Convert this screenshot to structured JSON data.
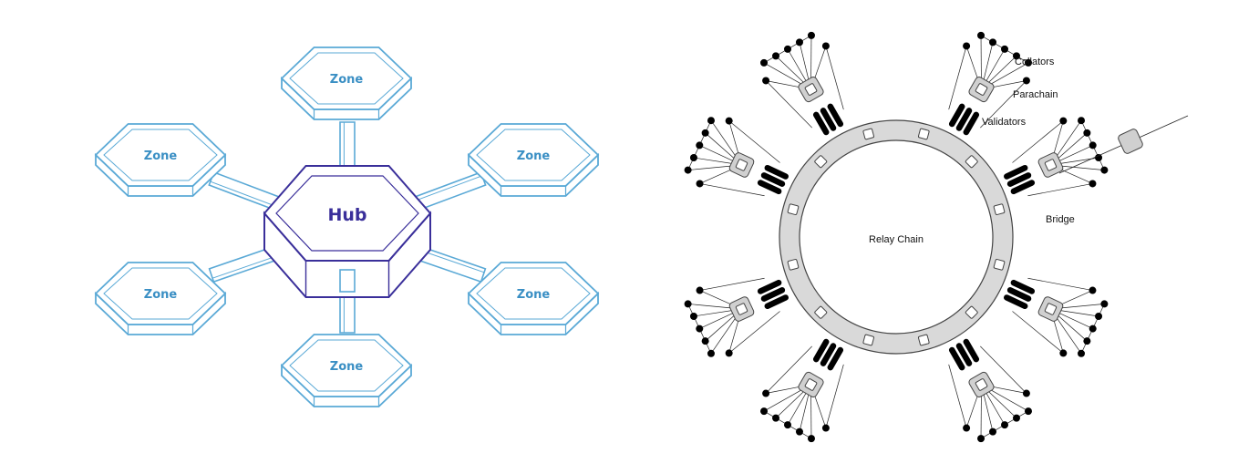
{
  "cosmos": {
    "hub_label": "Hub",
    "zones": [
      {
        "label": "Zone"
      },
      {
        "label": "Zone"
      },
      {
        "label": "Zone"
      },
      {
        "label": "Zone"
      },
      {
        "label": "Zone"
      },
      {
        "label": "Zone"
      }
    ],
    "colors": {
      "zone_stroke": "#5aa9d6",
      "zone_text": "#3a8fc4",
      "hub_stroke": "#3a2f9a"
    }
  },
  "polkadot": {
    "relay_label": "Relay Chain",
    "labels": {
      "collators": "Collators",
      "parachain": "Parachain",
      "validators": "Validators",
      "bridge": "Bridge"
    },
    "colors": {
      "ring_fill": "#d9d9d9",
      "ring_stroke": "#444444",
      "node": "#000000"
    }
  }
}
